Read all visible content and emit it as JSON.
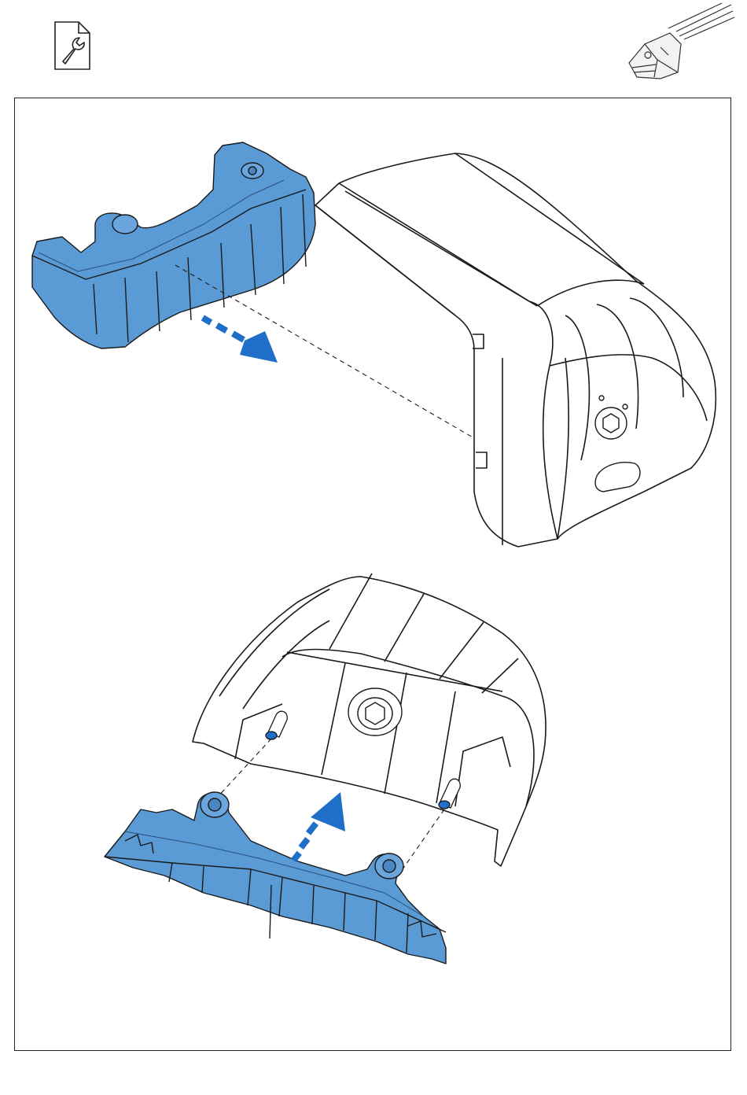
{
  "header": {
    "doc_icon": "document-wrench-icon",
    "product_icon": "roof-rack-foot-thumbnail"
  },
  "colors": {
    "highlight_part": "#5b9bd5",
    "arrow": "#1f6fc8",
    "outline": "#1a1a1a",
    "frame": "#222222"
  },
  "steps": [
    {
      "id": "step-1",
      "part": "end-cap-insert",
      "direction": "slide-in"
    },
    {
      "id": "step-2",
      "part": "end-cap-insert",
      "direction": "push-up"
    }
  ]
}
